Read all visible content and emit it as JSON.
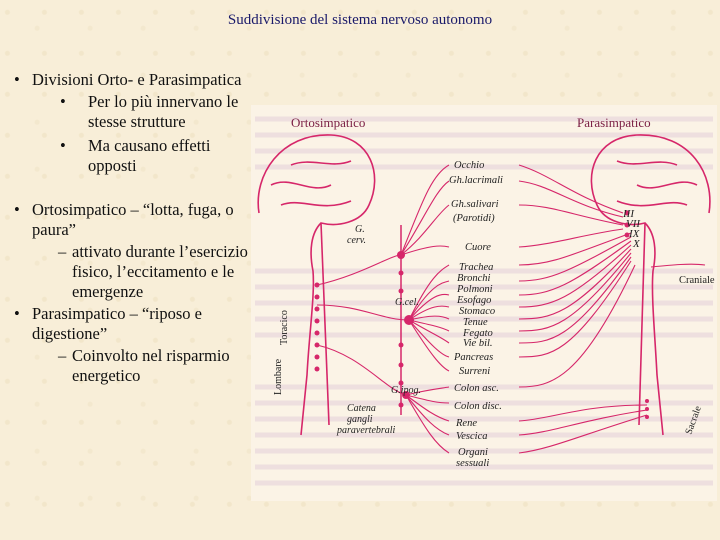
{
  "slide": {
    "title": "Suddivisione del sistema nervoso autonomo"
  },
  "bullets": {
    "b1": "Divisioni Orto- e Parasimpatica",
    "b1a": "Per lo più innervano le stesse strutture",
    "b1b": "Ma causano effetti opposti",
    "b2": "Ortosimpatico – “lotta, fuga, o paura”",
    "b2a": "attivato durante l’esercizio fisico, l’eccitamento e le emergenze",
    "b3": "Parasimpatico – “riposo e digestione”",
    "b3a": "Coinvolto nel risparmio energetico"
  },
  "figure": {
    "left_title": "Ortosimpatico",
    "right_title": "Parasimpatico",
    "organs": [
      "Occhio",
      "Gh.lacrimali",
      "Gh.salivari",
      "(Parotidi)",
      "Cuore",
      "Trachea",
      "Bronchi",
      "Polmoni",
      "Esofago",
      "Stomaco",
      "Tenue",
      "Fegato",
      "Vie bil.",
      "Pancreas",
      "Surreni",
      "Colon asc.",
      "Colon disc.",
      "Rene",
      "Vescica",
      "Organi",
      "sessuali"
    ],
    "ganglia": [
      "G.",
      "cerv.",
      "G.cel.",
      "G.ipog."
    ],
    "chain": [
      "Catena",
      "gangli",
      "paravertebrali"
    ],
    "regions_left": [
      "Toracico",
      "Lombare"
    ],
    "cranial_numerals": [
      "III",
      "VII",
      "IX",
      "X"
    ],
    "right_labels": [
      "Craniale",
      "Sacrale"
    ],
    "accent_color": "#d6276a"
  }
}
